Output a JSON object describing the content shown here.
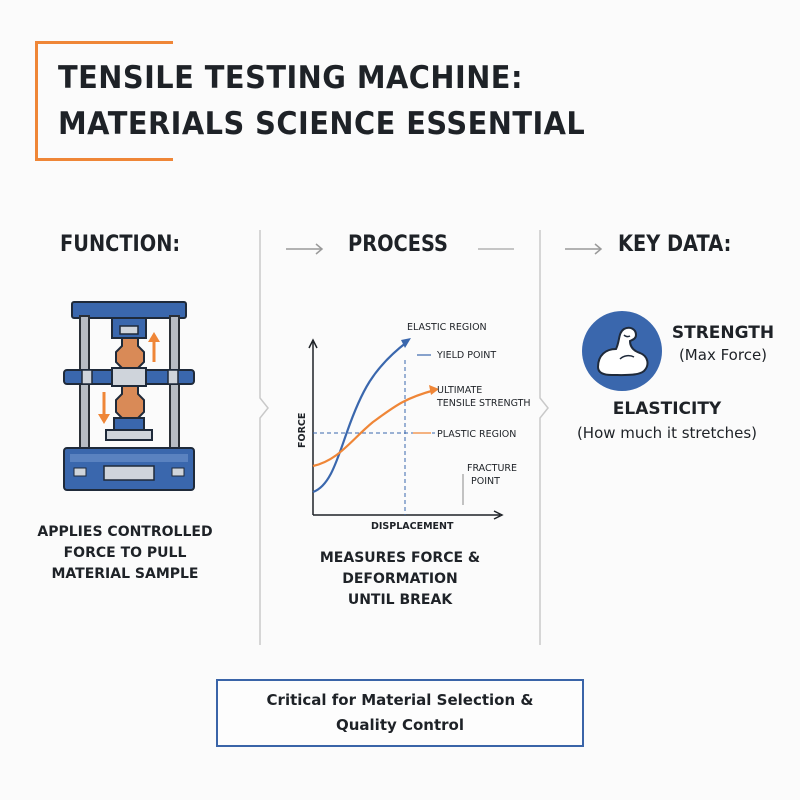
{
  "title": {
    "line1": "TENSILE TESTING MACHINE:",
    "line2": "MATERIALS SCIENCE ESSENTIAL"
  },
  "columns": {
    "function": {
      "heading": "FUNCTION:",
      "caption_lines": [
        "APPLIES CONTROLLED",
        "FORCE TO PULL",
        "MATERIAL SAMPLE"
      ]
    },
    "process": {
      "heading": "PROCESS",
      "caption_lines": [
        "MEASURES FORCE & DEFORMATION",
        "UNTIL BREAK"
      ]
    },
    "key_data": {
      "heading": "KEY DATA:",
      "strength_label": "STRENGTH",
      "strength_sub": "(Max Force)",
      "elasticity_label": "ELASTICITY",
      "elasticity_sub": "(How much it stretches)"
    }
  },
  "chart_data": {
    "type": "line",
    "xlabel": "DISPLACEMENT",
    "ylabel": "FORCE",
    "annotations": [
      "ELASTIC REGION",
      "YIELD POINT",
      "ULTIMATE TENSILE STRENGTH",
      "PLASTIC REGION",
      "FRACTURE POINT"
    ],
    "annotation_lines": {
      "elastic": "ELASTIC REGION",
      "yield": "YIELD POINT",
      "uts_1": "ULTIMATE",
      "uts_2": "TENSILE STRENGTH",
      "plastic": "PLASTIC REGION",
      "fracture_1": "FRACTURE",
      "fracture_2": "POINT"
    },
    "series_colors": [
      "#3a67ad",
      "#ef8637"
    ],
    "grid": false
  },
  "footer": {
    "line1": "Critical for Material Selection &",
    "line2": "Quality Control"
  },
  "colors": {
    "accent": "#ef8637",
    "primary": "#3a67ad",
    "text": "#1e2227"
  },
  "icons": [
    "tensile-machine-icon",
    "flexed-arm-icon",
    "arrow-right-icon"
  ]
}
